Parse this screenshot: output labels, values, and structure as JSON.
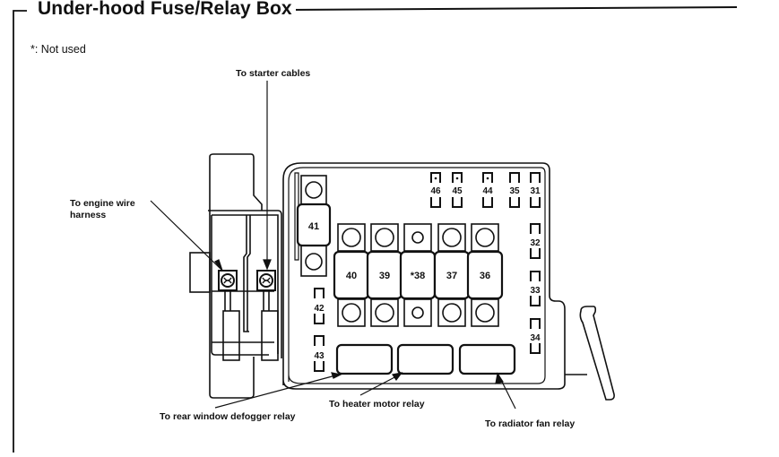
{
  "header": {
    "title": "Under-hood Fuse/Relay Box"
  },
  "legend": {
    "note": "*: Not used"
  },
  "callouts": {
    "starter_cables": "To starter cables",
    "engine_wire_harness_line1": "To engine wire",
    "engine_wire_harness_line2": "harness",
    "rear_window_defogger_relay": "To rear window defogger relay",
    "heater_motor_relay": "To heater motor relay",
    "radiator_fan_relay": "To radiator fan relay"
  },
  "fuses": {
    "large_vertical": {
      "number": "41",
      "not_used": false
    },
    "large_row": [
      {
        "number": "40",
        "label": "40",
        "not_used": false
      },
      {
        "number": "39",
        "label": "39",
        "not_used": false
      },
      {
        "number": "38",
        "label": "*38",
        "not_used": true
      },
      {
        "number": "37",
        "label": "37",
        "not_used": false
      },
      {
        "number": "36",
        "label": "36",
        "not_used": false
      }
    ],
    "small_top_row": [
      {
        "number": "46",
        "not_used": true
      },
      {
        "number": "45",
        "not_used": true
      },
      {
        "number": "44",
        "not_used": true
      },
      {
        "number": "35",
        "not_used": false
      },
      {
        "number": "31",
        "not_used": false
      }
    ],
    "small_right_column": [
      {
        "number": "32",
        "not_used": false
      },
      {
        "number": "33",
        "not_used": false
      },
      {
        "number": "34",
        "not_used": false
      }
    ],
    "small_left_column": [
      {
        "number": "42",
        "not_used": false
      },
      {
        "number": "43",
        "not_used": false
      }
    ]
  },
  "relays": [
    {
      "name": "rear window defogger relay"
    },
    {
      "name": "heater motor relay"
    },
    {
      "name": "radiator fan relay"
    }
  ]
}
